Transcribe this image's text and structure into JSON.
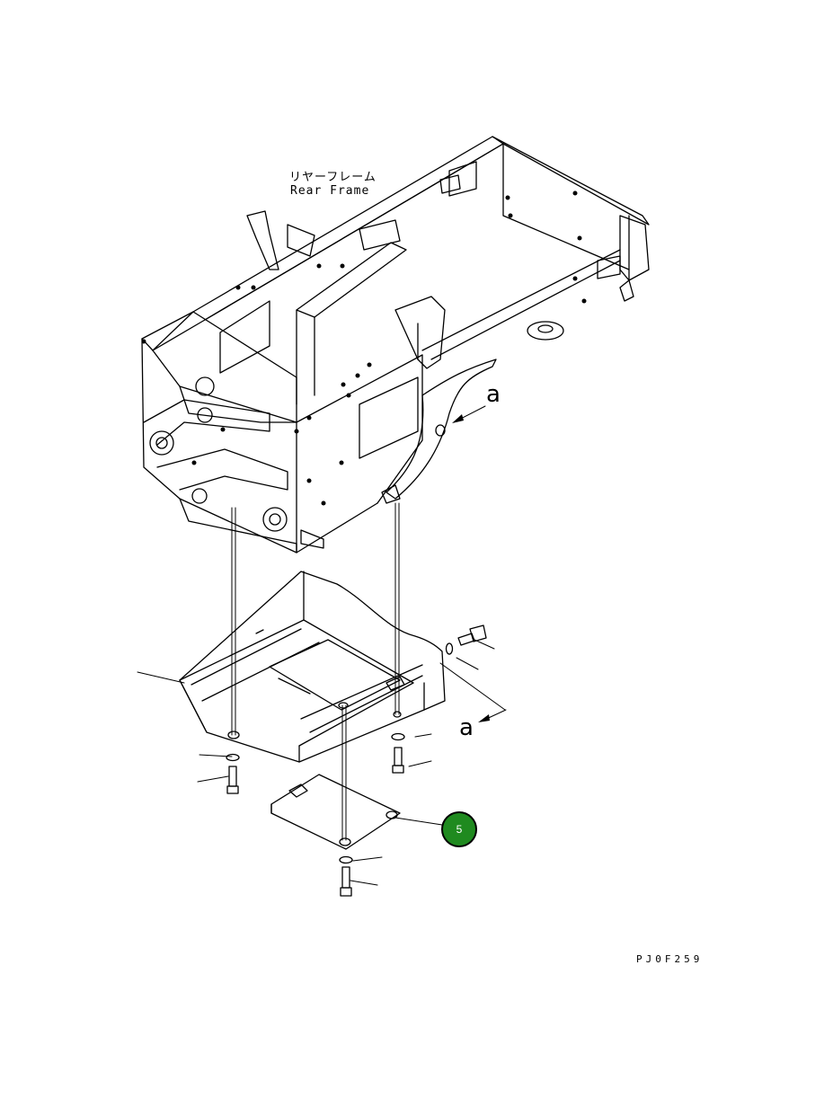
{
  "part_label": {
    "japanese": "リヤーフレーム",
    "english": "Rear Frame"
  },
  "view_markers": [
    "a",
    "a"
  ],
  "callout": {
    "number": "5",
    "color": "#1f8a1f"
  },
  "drawing_id": "PJ0F259"
}
